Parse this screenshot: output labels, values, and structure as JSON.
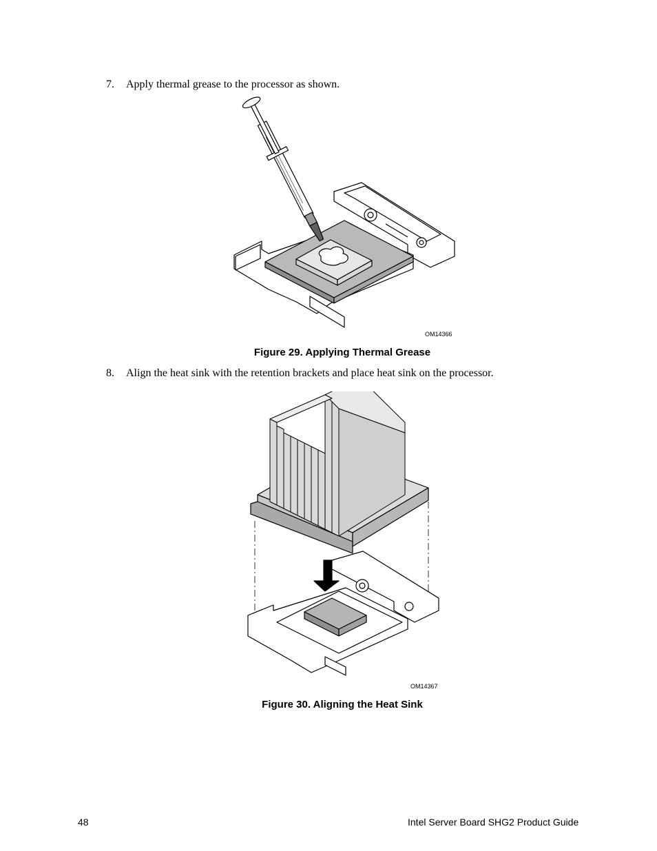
{
  "steps": [
    {
      "number": "7.",
      "text": "Apply thermal grease to the processor as shown."
    },
    {
      "number": "8.",
      "text": "Align the heat sink with the retention brackets and place heat sink on the processor."
    }
  ],
  "figures": [
    {
      "code": "OM14366",
      "caption": "Figure 29.  Applying Thermal Grease"
    },
    {
      "code": "OM14367",
      "caption": "Figure 30.  Aligning the Heat Sink"
    }
  ],
  "footer": {
    "page_number": "48",
    "title": "Intel Server Board SHG2 Product Guide"
  }
}
